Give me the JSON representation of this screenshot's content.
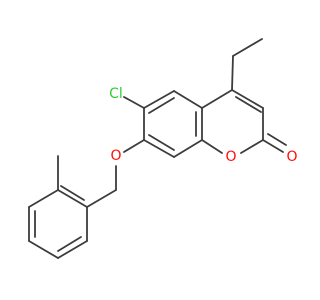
{
  "molecule": {
    "atoms": {
      "chlorine": {
        "text": "Cl",
        "color": "#33cc33"
      },
      "ether_oxygen": {
        "text": "O",
        "color": "#ff0d0d"
      },
      "ring_oxygen": {
        "text": "O",
        "color": "#ff0d0d"
      },
      "carbonyl_oxygen": {
        "text": "O",
        "color": "#ff0d0d"
      }
    },
    "bond_color": "#3c3c3c"
  }
}
